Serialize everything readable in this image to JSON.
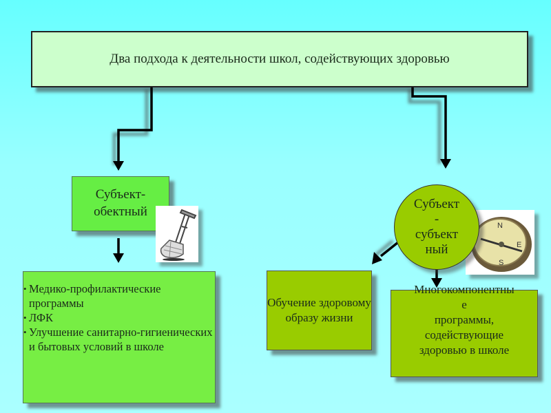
{
  "diagram": {
    "title": "Два подхода к деятельности школ, содействующих здоровью",
    "left_branch": {
      "node": "Субъект-\nобектный",
      "items": [
        "Медико-профилактические программы",
        "ЛФК",
        "Улучшение санитарно-гигиенических и бытовых условий в школе"
      ],
      "picture": "crutch-with-bandaged-leg"
    },
    "right_branch": {
      "node": "Субъект\n-\nсубъект\nный",
      "children": [
        "Обучение здоровому образу жизни",
        "Многокомпонентны\nе\nпрограммы,\nсодействующие\nздоровью в школе"
      ],
      "picture": "compass"
    }
  },
  "colors": {
    "background_top": "#66ffff",
    "background_bottom": "#aaffff",
    "title_fill": "#ccffcc",
    "left_fill": "#66ee44",
    "right_fill": "#99cc00",
    "connector": "#000000"
  }
}
